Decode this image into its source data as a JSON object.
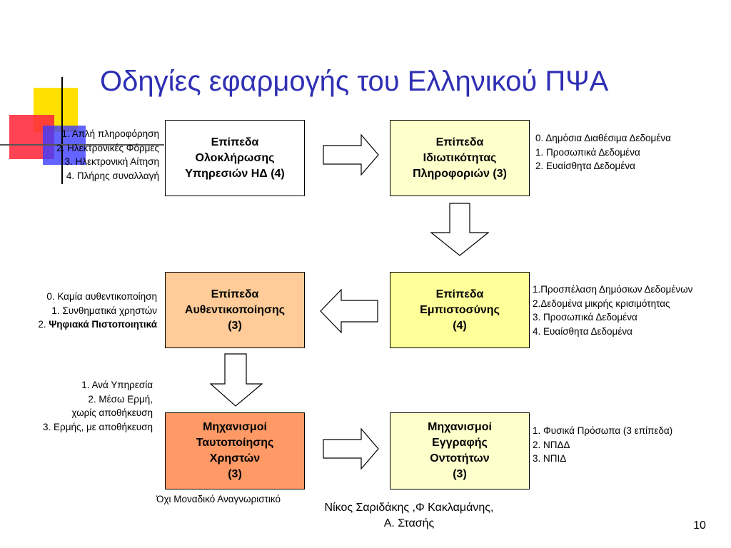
{
  "title": "Οδηγίες εφαρμογής του Ελληνικού ΠΨΑ",
  "boxes": {
    "service": [
      "Επίπεδα",
      "Ολοκλήρωσης",
      "Υπηρεσιών ΗΔ (4)"
    ],
    "privacy": [
      "Επίπεδα",
      "Ιδιωτικότητας",
      "Πληροφοριών (3)"
    ],
    "auth": [
      "Επίπεδα",
      "Αυθεντικοποίησης",
      "(3)"
    ],
    "trust": [
      "Επίπεδα",
      "Εμπιστοσύνης",
      "(4)"
    ],
    "identification": [
      "Μηχανισμοί",
      "Ταυτοποίησης",
      "Χρηστών",
      "(3)"
    ],
    "registration": [
      "Μηχανισμοί",
      "Εγγραφής",
      "Οντοτήτων",
      "(3)"
    ]
  },
  "lists": {
    "service": [
      "1. Απλή πληροφόρηση",
      "2. Ηλεκτρονικές Φόρμες",
      "3. Ηλεκτρονική Αίτηση",
      "4. Πλήρης συναλλαγή"
    ],
    "privacy": [
      "0. Δημόσια Διαθέσιμα Δεδομένα",
      "1. Προσωπικά Δεδομένα",
      "2. Ευαίσθητα Δεδομένα"
    ],
    "auth": [
      "0. Καμία αυθεντικοποίηση",
      "1. Συνθηματικά χρηστών"
    ],
    "auth_last_prefix": "2.",
    "auth_last_bold": "Ψηφιακά Πιστοποιητικά",
    "trust": [
      "1.Προσπέλαση Δημόσιων Δεδομένων",
      "2.Δεδομένα μικρής κρισιμότητας",
      "3. Προσωπικά Δεδομένα",
      "4. Ευαίσθητα Δεδομένα"
    ],
    "identification": [
      "1. Ανά Υπηρεσία",
      "2. Μέσω Ερμή,",
      "χωρίς αποθήκευση",
      "3. Ερμής, με αποθήκευση"
    ],
    "registration": [
      "1. Φυσικά Πρόσωπα (3 επίπεδα)",
      "2. ΝΠΔΔ",
      "3. ΝΠΙΔ"
    ]
  },
  "note": "Όχι Μοναδικό Αναγνωριστικό",
  "footer": {
    "authors_line1": "Νίκος Σαριδάκης ,Φ Κακλαμάνης,",
    "authors_line2": "Α. Στασής",
    "page_number": "10"
  },
  "colors": {
    "title": "#2f2fb4",
    "service_box": "#ffffff",
    "privacy_box": "#ffffcc",
    "auth_box": "#ffcc99",
    "trust_box": "#ffff99",
    "identification_box": "#ff9966",
    "registration_box": "#ffffcc"
  }
}
